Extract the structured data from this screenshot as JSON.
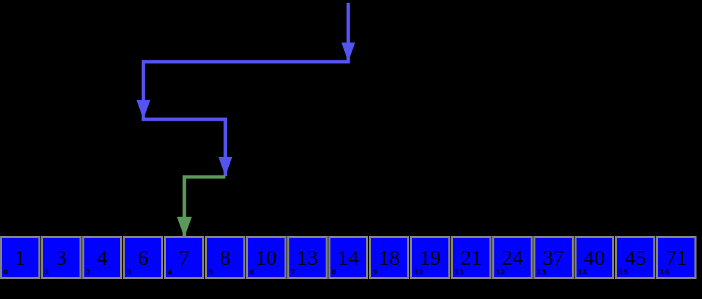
{
  "canvas": {
    "background": "#000000"
  },
  "array": {
    "cell_fill": "#0101ff",
    "cell_border": "#808080",
    "text_color": "#000000",
    "cells": [
      {
        "value": "1",
        "index": "0"
      },
      {
        "value": "3",
        "index": "1"
      },
      {
        "value": "4",
        "index": "2"
      },
      {
        "value": "6",
        "index": "3"
      },
      {
        "value": "7",
        "index": "4"
      },
      {
        "value": "8",
        "index": "5"
      },
      {
        "value": "10",
        "index": "6"
      },
      {
        "value": "13",
        "index": "7"
      },
      {
        "value": "14",
        "index": "8"
      },
      {
        "value": "18",
        "index": "9"
      },
      {
        "value": "19",
        "index": "10"
      },
      {
        "value": "21",
        "index": "11"
      },
      {
        "value": "24",
        "index": "12"
      },
      {
        "value": "37",
        "index": "13"
      },
      {
        "value": "40",
        "index": "14"
      },
      {
        "value": "45",
        "index": "15"
      },
      {
        "value": "71",
        "index": "16"
      }
    ]
  },
  "search": {
    "probe_color": "#5454f0",
    "found_color": "#5a995a",
    "steps": [
      {
        "index": 8,
        "kind": "probe"
      },
      {
        "index": 3,
        "kind": "probe"
      },
      {
        "index": 5,
        "kind": "probe"
      },
      {
        "index": 4,
        "kind": "found"
      }
    ]
  }
}
